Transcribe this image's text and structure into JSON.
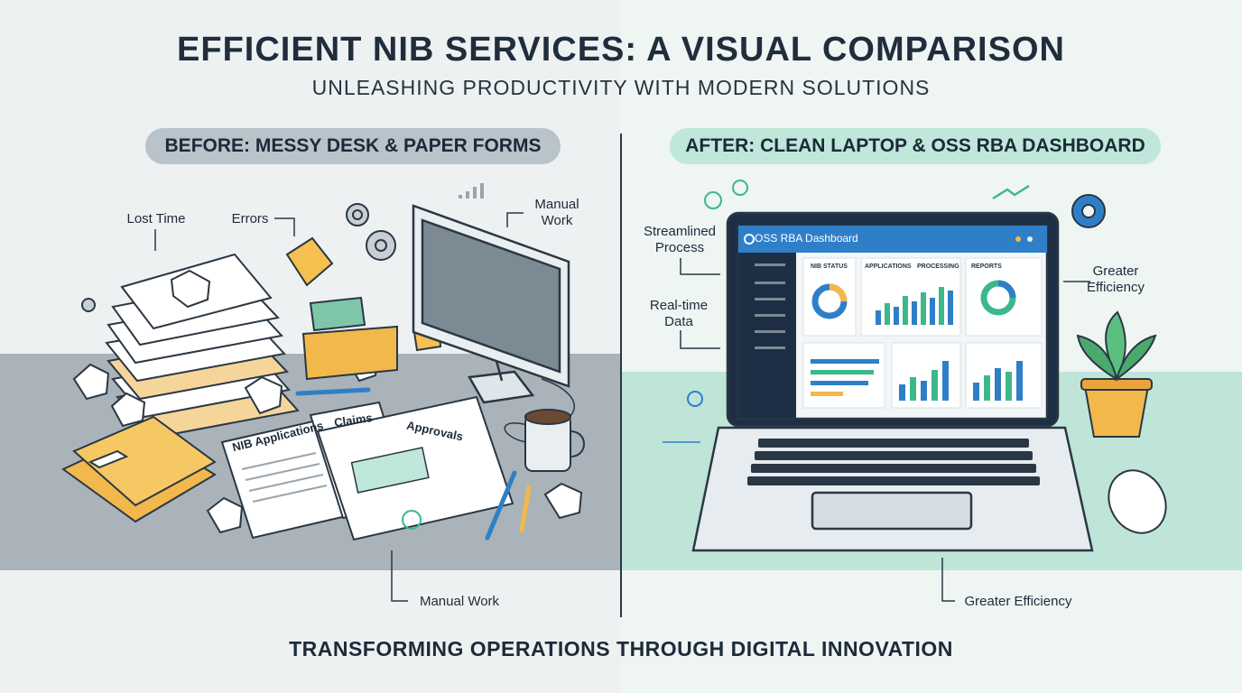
{
  "header": {
    "title": "EFFICIENT NIB SERVICES: A VISUAL COMPARISON",
    "subtitle": "UNLEASHING PRODUCTIVITY WITH MODERN SOLUTIONS"
  },
  "before": {
    "heading": "BEFORE: MESSY DESK & PAPER FORMS",
    "labels": {
      "lost_time": "Lost Time",
      "errors": "Errors",
      "manual_work_top": "Manual Work",
      "manual_work_bottom": "Manual Work"
    },
    "documents": [
      "NIB Applications",
      "Claims",
      "Approvals"
    ]
  },
  "after": {
    "heading": "AFTER: CLEAN LAPTOP & OSS RBA DASHBOARD",
    "labels": {
      "streamlined": "Streamlined Process",
      "realtime": "Real-time Data",
      "greater_efficiency_top": "Greater Efficiency",
      "greater_efficiency_bottom": "Greater Efficiency"
    },
    "dashboard": {
      "title": "OSS RBA Dashboard",
      "panels": [
        "NIB STATUS",
        "APPLICATIONS",
        "PROCESSING",
        "REPORTS"
      ]
    }
  },
  "footer": {
    "tagline": "TRANSFORMING OPERATIONS THROUGH DIGITAL INNOVATION"
  },
  "colors": {
    "accent_blue": "#2f7fc8",
    "accent_green": "#3cb88a",
    "paper_yellow": "#f2b84b"
  }
}
